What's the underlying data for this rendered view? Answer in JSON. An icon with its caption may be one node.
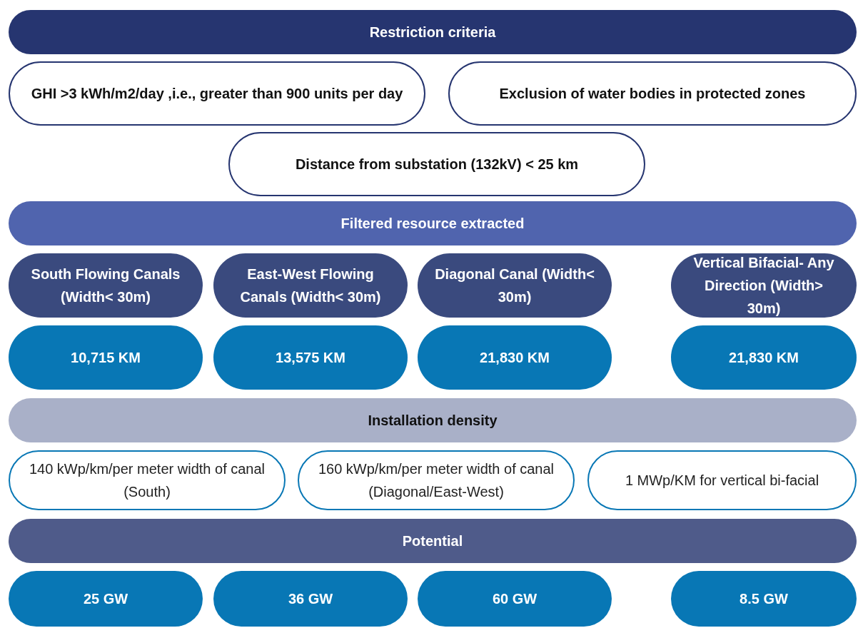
{
  "diagram": {
    "nodes": [
      {
        "text": [
          "Restriction criteria"
        ]
      },
      {
        "text": [
          "GHI >3 kWh/m2/day ,i.e., greater than 900 units per day"
        ]
      },
      {
        "text": [
          "Exclusion of water bodies in protected zones"
        ]
      },
      {
        "text": [
          "Distance from substation (132kV) < 25 km"
        ]
      },
      {
        "text": [
          "Filtered resource extracted"
        ]
      },
      {
        "text": [
          "South Flowing Canals (Width< 30m)"
        ]
      },
      {
        "text": [
          "East-West Flowing Canals (Width< 30m)"
        ]
      },
      {
        "text": [
          "Diagonal Canal (Width< 30m)"
        ]
      },
      {
        "text": [
          "Vertical Bifacial- Any Direction (Width> 30m)"
        ]
      },
      {
        "text": [
          "10,715 KM"
        ]
      },
      {
        "text": [
          "13,575 KM"
        ]
      },
      {
        "text": [
          "21,830 KM"
        ]
      },
      {
        "text": [
          "21,830 KM"
        ]
      },
      {
        "text": [
          "Installation density"
        ]
      },
      {
        "text": [
          "140 kWp/km/per meter width of canal (South)"
        ]
      },
      {
        "text": [
          "160 kWp/km/per meter width of canal (Diagonal/East-West)"
        ]
      },
      {
        "text": [
          "1 MWp/KM for vertical bi-facial"
        ]
      },
      {
        "text": [
          "Potential"
        ]
      },
      {
        "text": [
          "25 GW"
        ]
      },
      {
        "text": [
          "36 GW"
        ]
      },
      {
        "text": [
          "60 GW"
        ]
      },
      {
        "text": [
          "8.5 GW"
        ]
      }
    ]
  }
}
